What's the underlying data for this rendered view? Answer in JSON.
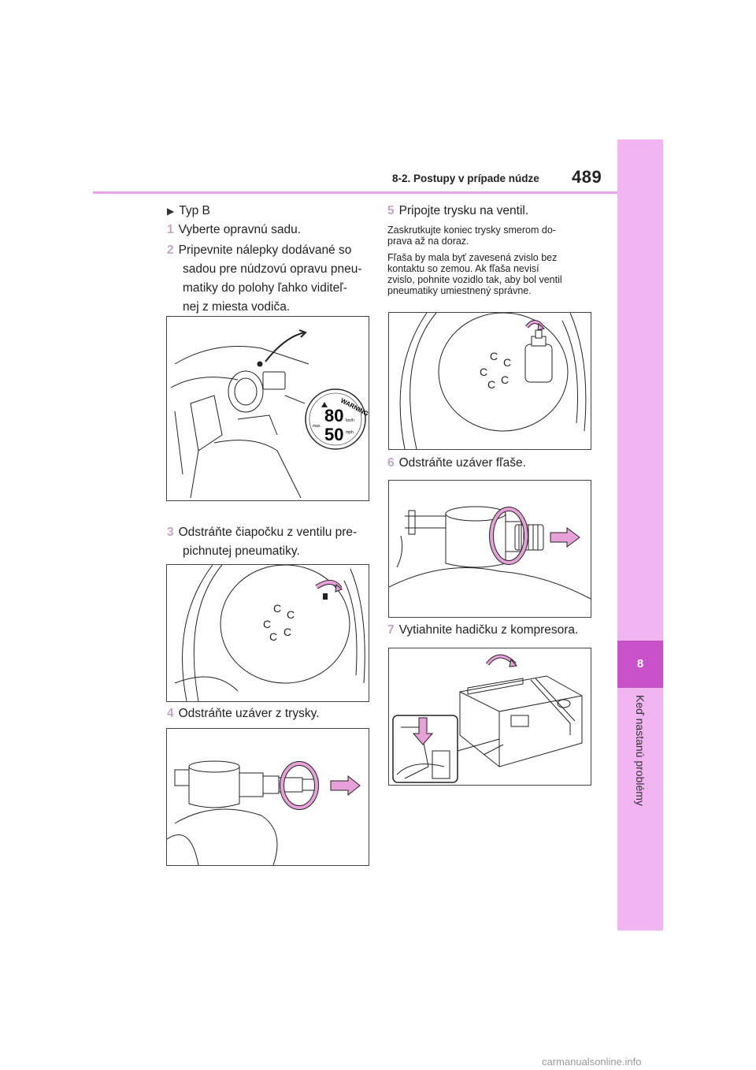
{
  "header": {
    "section": "8-2. Postupy v prípade núdze",
    "page_number": "489"
  },
  "side_tab": {
    "chapter_number": "8",
    "chapter_title": "Keď nastanú problémy"
  },
  "left": {
    "type_heading": "Typ B",
    "step1": {
      "num": "1",
      "text": "Vyberte opravnú sadu."
    },
    "step2": {
      "num": "2",
      "line1": "Pripevnite nálepky dodávané so",
      "line2": "sadou pre núdzovú opravu pneu-",
      "line3": "matiky do polohy ľahko viditeľ-",
      "line4": "nej z miesta vodiča."
    },
    "sticker": {
      "warning": "WARNING",
      "speed_kmh": "80",
      "speed_mph": "50",
      "unit_kmh": "km/h",
      "unit_mph": "mph",
      "max": "max."
    },
    "step3": {
      "num": "3",
      "line1": "Odstráňte čiapočku z ventilu pre-",
      "line2": "pichnutej pneumatiky."
    },
    "step4": {
      "num": "4",
      "text": "Odstráňte uzáver z trysky."
    }
  },
  "right": {
    "step5": {
      "num": "5",
      "text": "Pripojte trysku na ventil."
    },
    "note1": {
      "line1": "Zaskrutkujte koniec trysky smerom do-",
      "line2": "prava až na doraz."
    },
    "note2": {
      "line1": "Fľaša by mala byť zavesená zvislo bez",
      "line2": "kontaktu so zemou. Ak fľaša nevisí",
      "line3": "zvislo, pohnite vozidlo tak, aby bol ventil",
      "line4": "pneumatiky umiestnený správne."
    },
    "step6": {
      "num": "6",
      "text": "Odstráňte uzáver fľaše."
    },
    "step7": {
      "num": "7",
      "text": "Vytiahnite hadičku z kompresora."
    }
  },
  "footer": {
    "watermark": "carmanualsonline.info"
  },
  "colors": {
    "accent_pink": "#e7a6e7",
    "arrow_pink": "#e8a0d8",
    "tab_active": "#c850c8",
    "step_number": "#c2a6c2"
  }
}
